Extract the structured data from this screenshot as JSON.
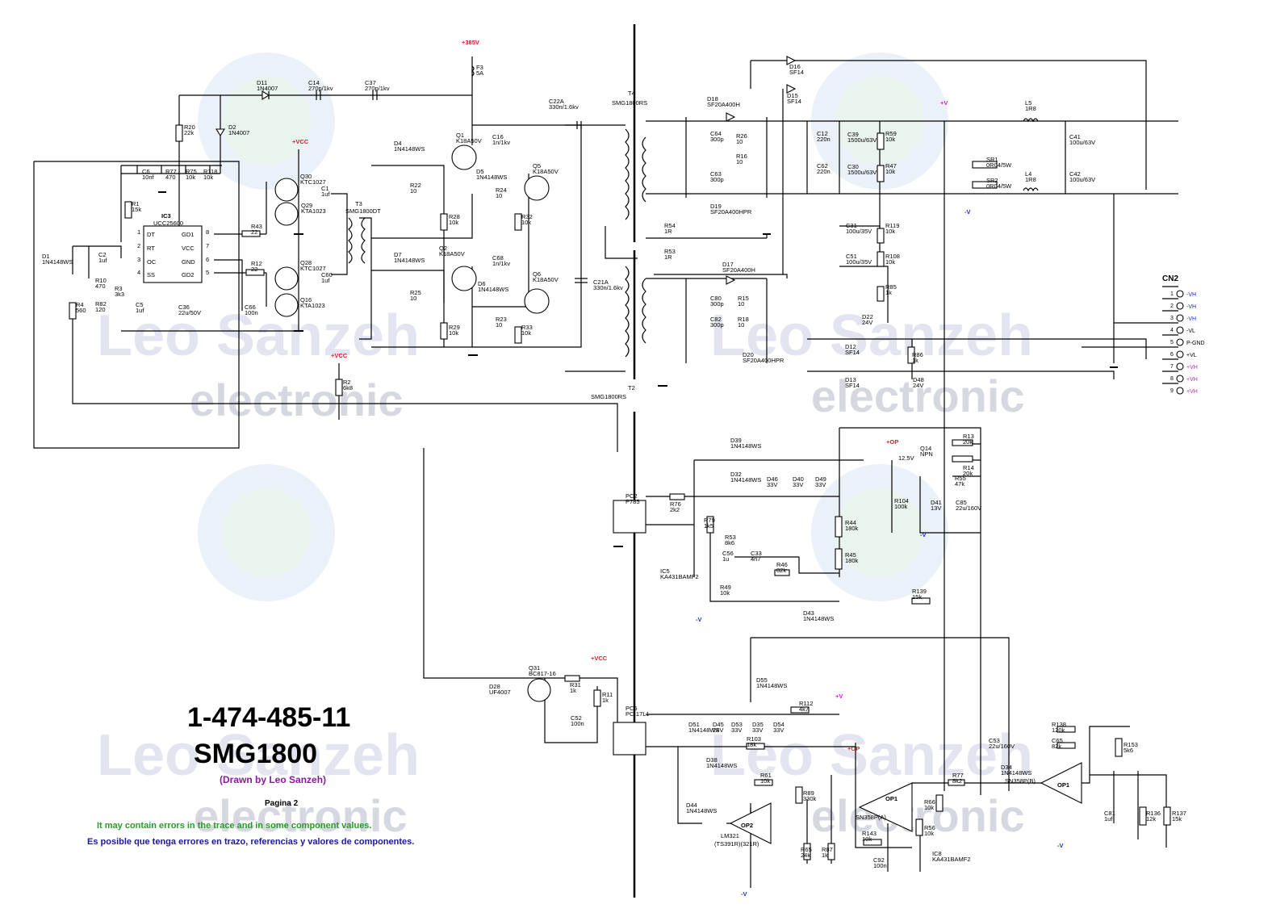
{
  "title": {
    "part_number": "1-474-485-11",
    "model": "SMG1800",
    "author": "(Drawn by Leo Sanzeh)",
    "page": "Pagina 2"
  },
  "notes": {
    "en": "It may contain errors in the trace and in some component values.",
    "es": "Es posible que tenga errores en trazo, referencias y valores de componentes.",
    "en_color": "#2a9a2a",
    "es_color": "#1a1a9a",
    "author_color": "#8a1a9a"
  },
  "watermark": {
    "brand": "Leo Sanzeh",
    "sub": "electronic"
  },
  "rails": {
    "vcc": "+VCC",
    "v385": "+385V",
    "vpos": "+V",
    "vneg": "-V",
    "op": "+OP",
    "vcc_color": "#e0142a",
    "neg_color": "#1a2ad0",
    "pos_color": "#d01ad0"
  },
  "connector": {
    "name": "CN2",
    "pins": [
      {
        "n": "1",
        "label": "-VH"
      },
      {
        "n": "2",
        "label": "-VH"
      },
      {
        "n": "3",
        "label": "-VH"
      },
      {
        "n": "4",
        "label": "-VL"
      },
      {
        "n": "5",
        "label": "P-GND"
      },
      {
        "n": "6",
        "label": "+VL"
      },
      {
        "n": "7",
        "label": "+VH"
      },
      {
        "n": "8",
        "label": "+VH"
      },
      {
        "n": "9",
        "label": "+VH"
      }
    ]
  },
  "ics": [
    {
      "ref": "IC3",
      "part": "UCC25600",
      "pins": [
        {
          "n": "1",
          "name": "DT"
        },
        {
          "n": "2",
          "name": "RT"
        },
        {
          "n": "3",
          "name": "OC"
        },
        {
          "n": "4",
          "name": "SS"
        },
        {
          "n": "8",
          "name": "GD1"
        },
        {
          "n": "7",
          "name": "VCC"
        },
        {
          "n": "6",
          "name": "GND"
        },
        {
          "n": "5",
          "name": "GD2"
        }
      ]
    },
    {
      "ref": "OP2",
      "part": "LM321",
      "extra": "(TS391R)(321R)"
    },
    {
      "ref": "OP1",
      "part": "SN358P(A)"
    },
    {
      "ref": "OP1",
      "part": "SN358P(B)"
    }
  ],
  "transformers": [
    {
      "ref": "T4",
      "part": "SMG1800RS"
    },
    {
      "ref": "T2",
      "part": "SMG1800RS"
    },
    {
      "ref": "T3",
      "part": "SMG1800DT"
    }
  ],
  "labels": [
    {
      "t": "D11",
      "v": "1N4007"
    },
    {
      "t": "C14",
      "v": "270p/1kv"
    },
    {
      "t": "C37",
      "v": "270p/1kv"
    },
    {
      "t": "F3",
      "v": "5A"
    },
    {
      "t": "R20",
      "v": "22k"
    },
    {
      "t": "D2",
      "v": "1N4007"
    },
    {
      "t": "C6",
      "v": "10nf"
    },
    {
      "t": "R77",
      "v": "470"
    },
    {
      "t": "R75",
      "v": "10k"
    },
    {
      "t": "R118",
      "v": "10k"
    },
    {
      "t": "Q30",
      "v": "KTC1027"
    },
    {
      "t": "Q29",
      "v": "KTA1023"
    },
    {
      "t": "C1",
      "v": "1uf"
    },
    {
      "t": "R1",
      "v": "15k"
    },
    {
      "t": "R43",
      "v": "22"
    },
    {
      "t": "R12",
      "v": "22"
    },
    {
      "t": "Q28",
      "v": "KTC1027"
    },
    {
      "t": "Q16",
      "v": "KTA1023"
    },
    {
      "t": "C60",
      "v": "1uf"
    },
    {
      "t": "D1",
      "v": "1N4148WS"
    },
    {
      "t": "C2",
      "v": "1uf"
    },
    {
      "t": "R10",
      "v": "470"
    },
    {
      "t": "R3",
      "v": "3k3"
    },
    {
      "t": "R82",
      "v": "120"
    },
    {
      "t": "C5",
      "v": "1uf"
    },
    {
      "t": "R4",
      "v": "560"
    },
    {
      "t": "C36",
      "v": "22u/50V"
    },
    {
      "t": "C66",
      "v": "100n"
    },
    {
      "t": "R2",
      "v": "6k8"
    },
    {
      "t": "D4",
      "v": "1N4148WS"
    },
    {
      "t": "R22",
      "v": "10"
    },
    {
      "t": "Q1",
      "v": "K18A50V"
    },
    {
      "t": "C16",
      "v": "1n/1kv"
    },
    {
      "t": "D5",
      "v": "1N4148WS"
    },
    {
      "t": "Q5",
      "v": "K18A50V"
    },
    {
      "t": "R24",
      "v": "10"
    },
    {
      "t": "R28",
      "v": "10k"
    },
    {
      "t": "R32",
      "v": "10k"
    },
    {
      "t": "C22A",
      "v": "330n/1.6kv"
    },
    {
      "t": "D7",
      "v": "1N4148WS"
    },
    {
      "t": "Q2",
      "v": "K18A50V"
    },
    {
      "t": "C68",
      "v": "1n/1kv"
    },
    {
      "t": "R25",
      "v": "10"
    },
    {
      "t": "D6",
      "v": "1N4148WS"
    },
    {
      "t": "Q6",
      "v": "K18A50V"
    },
    {
      "t": "R23",
      "v": "10"
    },
    {
      "t": "R29",
      "v": "10k"
    },
    {
      "t": "R33",
      "v": "10k"
    },
    {
      "t": "C21A",
      "v": "330n/1.6kv"
    },
    {
      "t": "R54",
      "v": "1R"
    },
    {
      "t": "R53",
      "v": "1R"
    },
    {
      "t": "D16",
      "v": "SF14"
    },
    {
      "t": "D15",
      "v": "SF14"
    },
    {
      "t": "D18",
      "v": "SF20A400H"
    },
    {
      "t": "C64",
      "v": "300p"
    },
    {
      "t": "R26",
      "v": "10"
    },
    {
      "t": "C63",
      "v": "300p"
    },
    {
      "t": "R16",
      "v": "10"
    },
    {
      "t": "D19",
      "v": "SF20A400HPR"
    },
    {
      "t": "C12",
      "v": "220n"
    },
    {
      "t": "C39",
      "v": "1500u/63V"
    },
    {
      "t": "R59",
      "v": "10k"
    },
    {
      "t": "C62",
      "v": "220n"
    },
    {
      "t": "C30",
      "v": "1500u/63V"
    },
    {
      "t": "R47",
      "v": "10k"
    },
    {
      "t": "L5",
      "v": "1R8"
    },
    {
      "t": "C41",
      "v": "100u/63V"
    },
    {
      "t": "SR1",
      "v": "0R04/5W"
    },
    {
      "t": "SR2",
      "v": "0R04/5W"
    },
    {
      "t": "L4",
      "v": "1R8"
    },
    {
      "t": "C42",
      "v": "100u/63V"
    },
    {
      "t": "C31",
      "v": "100u/35V"
    },
    {
      "t": "R119",
      "v": "10k"
    },
    {
      "t": "C51",
      "v": "100u/35V"
    },
    {
      "t": "R108",
      "v": "10k"
    },
    {
      "t": "D17",
      "v": "SF20A400H"
    },
    {
      "t": "C80",
      "v": "300p"
    },
    {
      "t": "R15",
      "v": "10"
    },
    {
      "t": "C82",
      "v": "300p"
    },
    {
      "t": "R18",
      "v": "10"
    },
    {
      "t": "D20",
      "v": "SF20A400HPR"
    },
    {
      "t": "R85",
      "v": "1k"
    },
    {
      "t": "D22",
      "v": "24V"
    },
    {
      "t": "D12",
      "v": "SF14"
    },
    {
      "t": "R86",
      "v": "1k"
    },
    {
      "t": "D13",
      "v": "SF14"
    },
    {
      "t": "D48",
      "v": "24V"
    },
    {
      "t": "D39",
      "v": "1N4148WS"
    },
    {
      "t": "D32",
      "v": "1N4148WS"
    },
    {
      "t": "D46",
      "v": "33V"
    },
    {
      "t": "D40",
      "v": "33V"
    },
    {
      "t": "D49",
      "v": "33V"
    },
    {
      "t": "R13",
      "v": "20k"
    },
    {
      "t": "Q14",
      "v": "NPN"
    },
    {
      "t": "R14",
      "v": "20k"
    },
    {
      "t": "R55",
      "v": "47k"
    },
    {
      "t": "R104",
      "v": "100k"
    },
    {
      "t": "D41",
      "v": "13V"
    },
    {
      "t": "C85",
      "v": "22u/160V"
    },
    {
      "t": "PC2",
      "v": "P785"
    },
    {
      "t": "R76",
      "v": "2k2"
    },
    {
      "t": "R79",
      "v": "1k5"
    },
    {
      "t": "R53b",
      "v": "8k6"
    },
    {
      "t": "C56",
      "v": "1u"
    },
    {
      "t": "C33",
      "v": "4n7"
    },
    {
      "t": "R46",
      "v": "82k"
    },
    {
      "t": "R44",
      "v": "180k"
    },
    {
      "t": "R45",
      "v": "180k"
    },
    {
      "t": "IC5",
      "v": "KA431BAMF2"
    },
    {
      "t": "R49",
      "v": "10k"
    },
    {
      "t": "R139",
      "v": "15k"
    },
    {
      "t": "D43",
      "v": "1N4148WS"
    },
    {
      "t": "D28",
      "v": "UF4007"
    },
    {
      "t": "Q31",
      "v": "BC817-16"
    },
    {
      "t": "R31",
      "v": "1k"
    },
    {
      "t": "R11",
      "v": "1k"
    },
    {
      "t": "C52",
      "v": "100n"
    },
    {
      "t": "PC5",
      "v": "PC-17L1"
    },
    {
      "t": "D55",
      "v": "1N4148WS"
    },
    {
      "t": "R112",
      "v": "4k7"
    },
    {
      "t": "D51",
      "v": "1N4148WS"
    },
    {
      "t": "D45",
      "v": "24V"
    },
    {
      "t": "D53",
      "v": "33V"
    },
    {
      "t": "D35",
      "v": "33V"
    },
    {
      "t": "D54",
      "v": "33V"
    },
    {
      "t": "R103",
      "v": "18k"
    },
    {
      "t": "D38",
      "v": "1N4148WS"
    },
    {
      "t": "C53",
      "v": "22u/160V"
    },
    {
      "t": "R138",
      "v": "120k"
    },
    {
      "t": "C65",
      "v": "82k"
    },
    {
      "t": "R153",
      "v": "5k6"
    },
    {
      "t": "R61",
      "v": "10k"
    },
    {
      "t": "R89",
      "v": "330k"
    },
    {
      "t": "R77b",
      "v": "8k2"
    },
    {
      "t": "D34",
      "v": "1N4148WS"
    },
    {
      "t": "R66",
      "v": "10k"
    },
    {
      "t": "D44",
      "v": "1N4148WS"
    },
    {
      "t": "R143",
      "v": "10k"
    },
    {
      "t": "R56",
      "v": "10k"
    },
    {
      "t": "C81",
      "v": "1uf"
    },
    {
      "t": "R136",
      "v": "12k"
    },
    {
      "t": "R137",
      "v": "15k"
    },
    {
      "t": "R65",
      "v": "24k"
    },
    {
      "t": "R87",
      "v": "1k"
    },
    {
      "t": "C92",
      "v": "100n"
    },
    {
      "t": "IC8",
      "v": "KA431BAMF2"
    }
  ],
  "misc": {
    "t12v": "12.5V",
    "p8": "8",
    "p4": "4",
    "p5": "5",
    "p6": "6",
    "p7": "7",
    "p3": "3",
    "p2": "2",
    "p1": "1"
  }
}
